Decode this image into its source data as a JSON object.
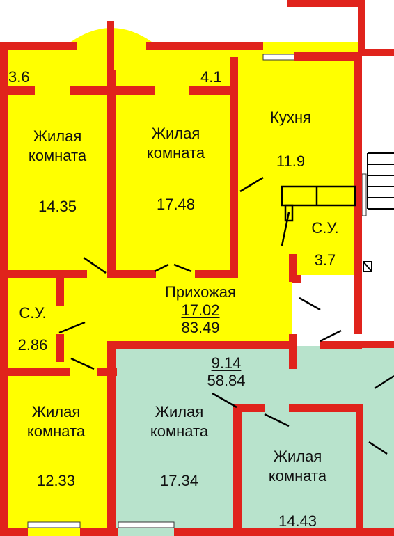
{
  "colors": {
    "wall": "#e0231c",
    "yellow_fill": "#ffff00",
    "green_fill": "#b8e3cc",
    "fixtures": "#000000"
  },
  "rooms": {
    "balcony_left": "3.6",
    "balcony_mid": "4.1",
    "living1": {
      "name": "Жилая\nкомната",
      "area": "14.35"
    },
    "living2": {
      "name": "Жилая\nкомната",
      "area": "17.48"
    },
    "kitchen": {
      "name": "Кухня",
      "area": "11.9"
    },
    "bath_right": {
      "name": "С.У.",
      "area": "3.7"
    },
    "bath_left": {
      "name": "С.У.",
      "area": "2.86"
    },
    "hall": {
      "name": "Прихожая",
      "area": "17.02",
      "total": "83.49"
    },
    "living3": {
      "name": "Жилая\nкомната",
      "area": "12.33"
    },
    "living4": {
      "name": "Жилая\nкомната",
      "area": "17.34"
    },
    "living5": {
      "name": "Жилая\nкомната",
      "area": "14.43"
    },
    "green_apartment": {
      "area": "9.14",
      "total": "58.84"
    }
  }
}
